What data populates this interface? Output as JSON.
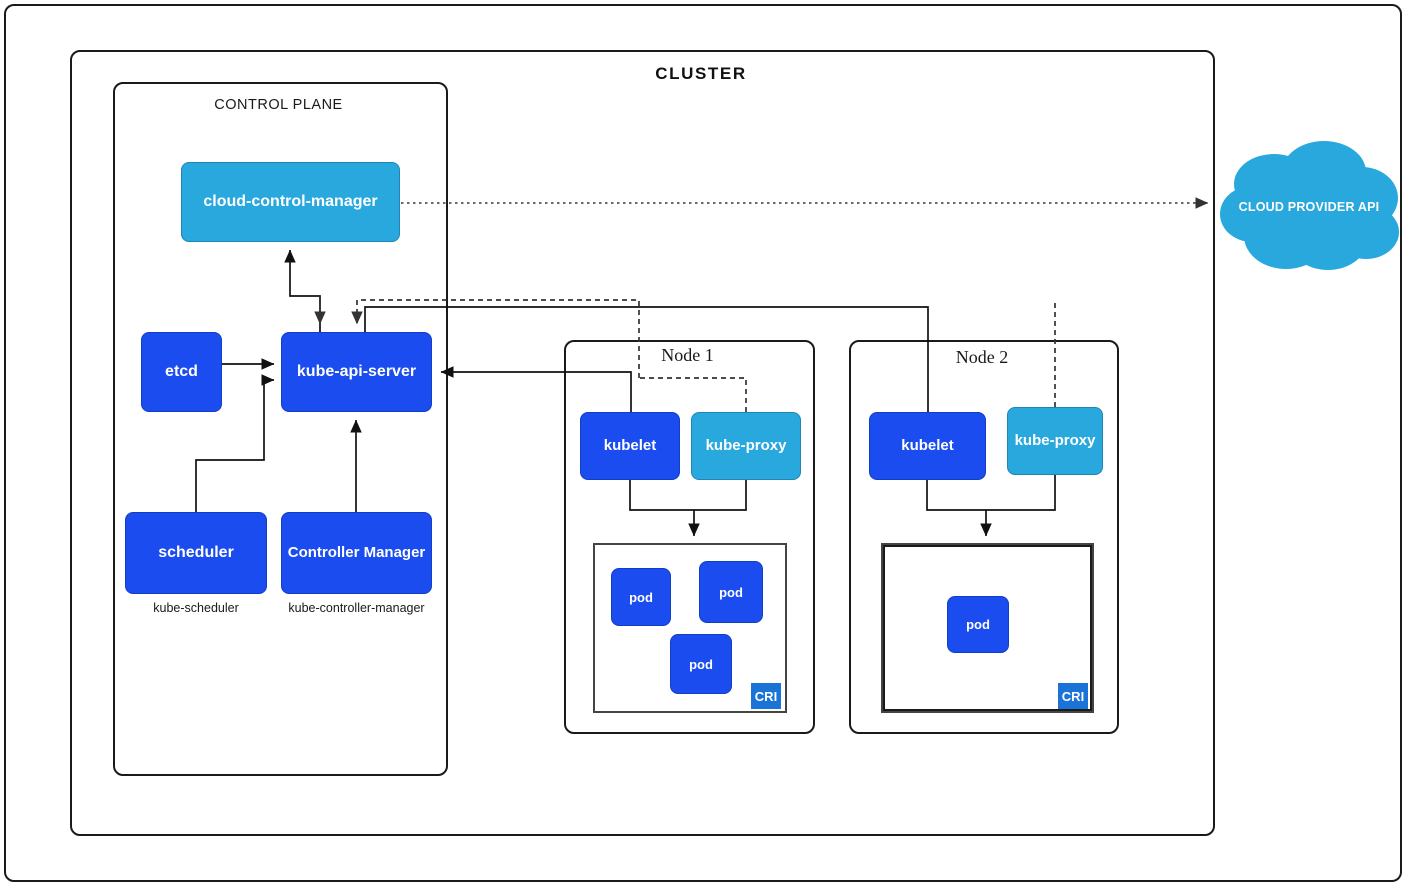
{
  "diagram": {
    "title": "CLUSTER",
    "control_plane": {
      "title": "CONTROL PLANE"
    },
    "colors": {
      "dark_blue": "#1a4cef",
      "light_blue": "#29a8dd",
      "cri_badge_blue": "#1a74d8",
      "outline": "#1a1a1a",
      "background": "#ffffff"
    },
    "control_plane_components": [
      {
        "id": "cloud-control-manager",
        "label": "cloud-control-manager",
        "style": "light",
        "caption": ""
      },
      {
        "id": "etcd",
        "label": "etcd",
        "style": "dark",
        "caption": ""
      },
      {
        "id": "kube-api-server",
        "label": "kube-api-server",
        "style": "dark",
        "caption": ""
      },
      {
        "id": "scheduler",
        "label": "scheduler",
        "style": "dark",
        "caption": "kube-scheduler"
      },
      {
        "id": "controller-manager",
        "label": "Controller Manager",
        "style": "dark",
        "caption": "kube-controller-manager"
      }
    ],
    "nodes": [
      {
        "id": "node-1",
        "title": "Node 1",
        "kubelet": "kubelet",
        "kube_proxy": "kube-proxy",
        "runtime_badge": "CRI",
        "pods": [
          {
            "label": "pod"
          },
          {
            "label": "pod"
          },
          {
            "label": "pod"
          }
        ]
      },
      {
        "id": "node-2",
        "title": "Node 2",
        "kubelet": "kubelet",
        "kube_proxy": "kube-proxy",
        "runtime_badge": "CRI",
        "pods": [
          {
            "label": "pod"
          }
        ]
      }
    ],
    "external": {
      "cloud_provider_api": "CLOUD PROVIDER API"
    }
  }
}
